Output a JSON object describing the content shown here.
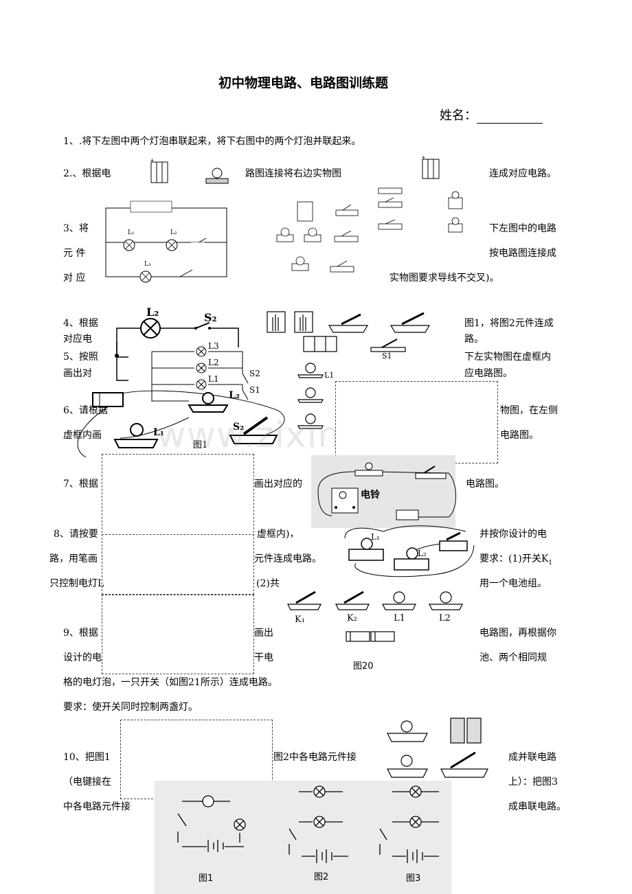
{
  "title": "初中物理电路、电路图训练题",
  "name_label": "姓名：",
  "watermark": "www.zixin.com.cn",
  "q1": "1、.将下左图中两个灯泡串联起来，将下右图中的两个灯泡并联起来。",
  "q2": {
    "a": "2.、根据电",
    "b": "路图连接将右边实物图",
    "c": "连成对应电路。"
  },
  "q3": {
    "a": "3、将",
    "b": "元  件",
    "c": "对  应",
    "d": "下左图中的电路",
    "e": "按电路图连接成",
    "f": "实物图要求导线不交叉)。"
  },
  "q4": {
    "a": "4、根据",
    "b": "对应电",
    "c": "图1，将图2元件连成",
    "d": "路。"
  },
  "q5": {
    "a": "5、按照",
    "b": "画出对",
    "c": "下左实物图在虚框内",
    "d": "应电路图。"
  },
  "q6": {
    "a": "6、请根据",
    "b": "虚框内画",
    "c": "物图，在左侧",
    "d": "电路图。"
  },
  "q7": {
    "a": "7、根据",
    "b": "画出对应的",
    "c": "电路图。"
  },
  "q8": {
    "a": "8、请按要",
    "b": "虚框内)，",
    "c": "并按你设计的电",
    "d": "路，用笔画",
    "e": "元件连成电路。",
    "f": "要求：(1)开关K",
    "g": "只控制电灯L",
    "h": "(2)共",
    "i": "用一个电池组。"
  },
  "q9": {
    "a": "9、根据",
    "b": "画出",
    "c": "电路图，再根据你",
    "d": "设计的电",
    "e": "干电",
    "f": "池、两个相同规",
    "g": "格的电灯泡，一只开关（如图21所示）连成电路。",
    "h": "要求：使开关同时控制两盏灯。"
  },
  "q10": {
    "a": "10、把图1",
    "b": "图2中各电路元件接",
    "c": "成并联电路",
    "d": "（电键接在",
    "e": "上）：把图3",
    "f": "中各电路元件接",
    "g": "成串联电路。"
  },
  "labels": {
    "L1": "L₁",
    "L2": "L₂",
    "L3": "L₃",
    "S1": "S₁",
    "S2": "S₂",
    "K1": "K₁",
    "K2": "K₂",
    "L1b": "L1",
    "L2b": "L2",
    "L3b": "L3",
    "S1b": "S1",
    "S2b": "S2",
    "fig1": "图1",
    "fig2": "图2",
    "fig3": "图3",
    "fig20": "图20",
    "bell": "电铃",
    "sub1": "1"
  }
}
